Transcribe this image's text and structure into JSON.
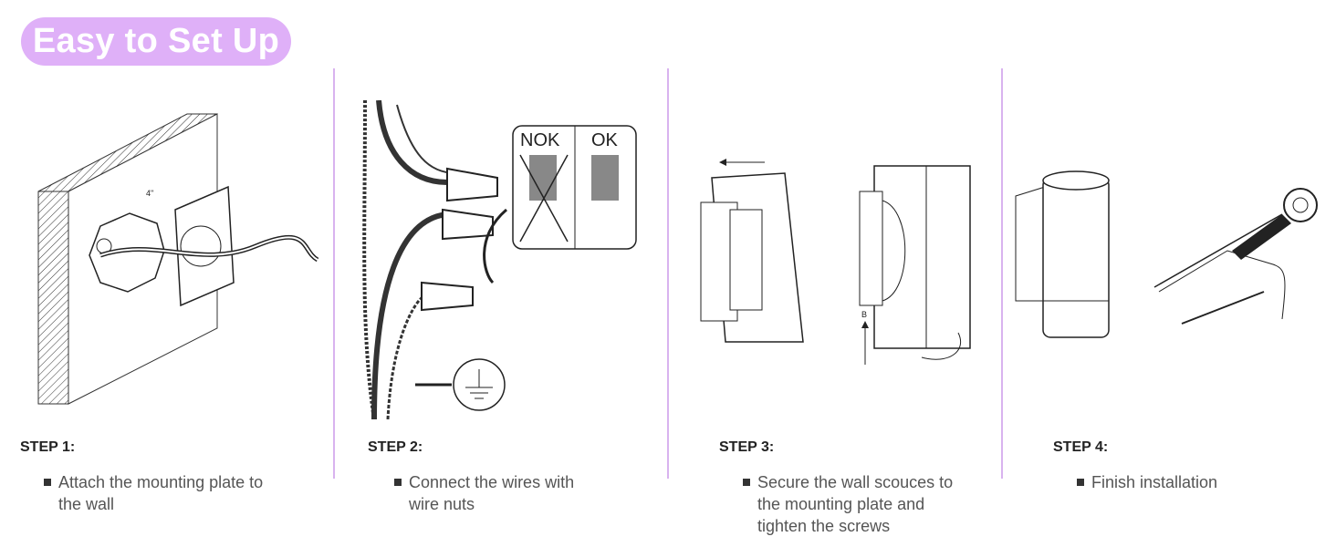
{
  "title": "Easy to Set Up",
  "steps": [
    {
      "label": "STEP 1:",
      "text_lines": [
        "Attach the mounting plate to",
        "the wall"
      ],
      "figure_labels": [
        "4\""
      ]
    },
    {
      "label": "STEP 2:",
      "text_lines": [
        "Connect the wires with",
        "wire nuts"
      ],
      "figure_labels": [
        "NOK",
        "OK"
      ]
    },
    {
      "label": "STEP 3:",
      "text_lines": [
        "Secure the wall scouces to",
        "the mounting plate and",
        "tighten the screws"
      ],
      "figure_labels": [
        "B"
      ]
    },
    {
      "label": "STEP 4:",
      "text_lines": [
        "Finish installation"
      ]
    }
  ],
  "colors": {
    "accent": "#dfb0f8",
    "divider": "#d9b3ef"
  }
}
